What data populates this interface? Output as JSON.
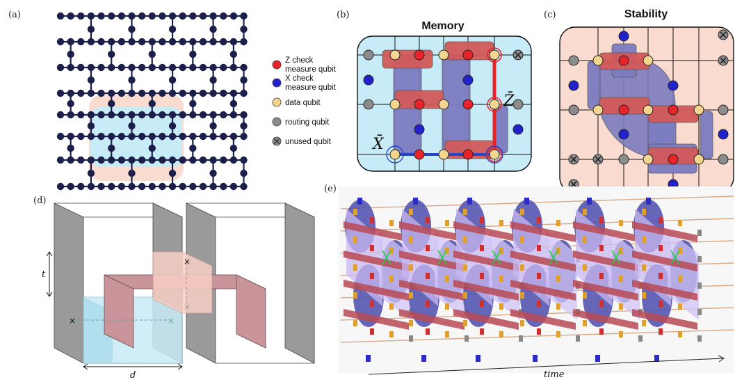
{
  "panels": {
    "a": "(a)",
    "b": "(b)",
    "c": "(c)",
    "d": "(d)",
    "e": "(e)"
  },
  "titles": {
    "memory": "Memory",
    "stability": "Stability"
  },
  "legend": {
    "z_check_line1": "Z check",
    "z_check_line2": "measure qubit",
    "x_check_line1": "X check",
    "x_check_line2": "measure qubit",
    "data": "data qubit",
    "routing": "routing qubit",
    "unused": "unused qubit"
  },
  "operators": {
    "zbar": "Z̄",
    "xbar": "X̄"
  },
  "axes": {
    "t": "t",
    "d": "d",
    "time": "time"
  },
  "colors": {
    "z_check": "#e8232a",
    "x_check": "#2222cc",
    "data": "#f4d590",
    "routing": "#8c8c8c",
    "lattice": "#1b1f4a",
    "cyan_bg": "#c8ecf7",
    "salmon_bg": "#f9dccf",
    "red_stab": "#d25a5a",
    "blue_stab": "#7c7cc0"
  }
}
